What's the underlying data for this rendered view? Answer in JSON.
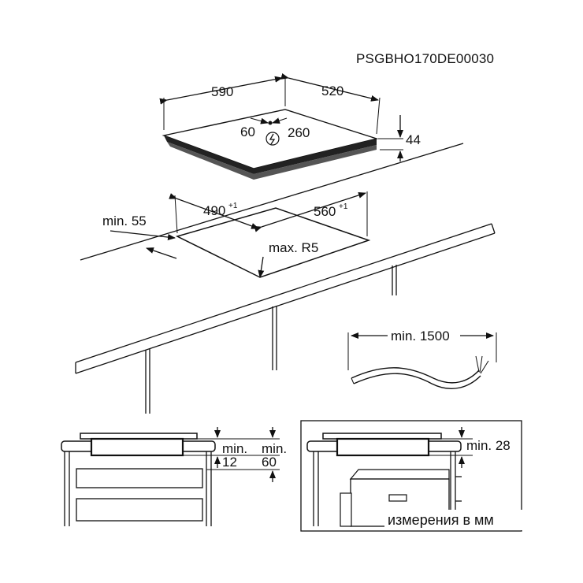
{
  "drawing_code": "PSGBHO170DE00030",
  "hob": {
    "width": "590",
    "depth": "520",
    "height": "44",
    "cable_left": "60",
    "cable_right": "260"
  },
  "cutout": {
    "width": "490",
    "width_tol": "+1",
    "depth": "560",
    "depth_tol": "+1",
    "radius": "max. R5",
    "edge_min": "min. 55"
  },
  "cable": {
    "length": "min. 1500"
  },
  "section_left": {
    "gap_a_label": "min.",
    "gap_a_value": "12",
    "gap_b_label": "min.",
    "gap_b_value": "60"
  },
  "section_right": {
    "gap": "min. 28"
  },
  "units_note": "измерения в мм"
}
